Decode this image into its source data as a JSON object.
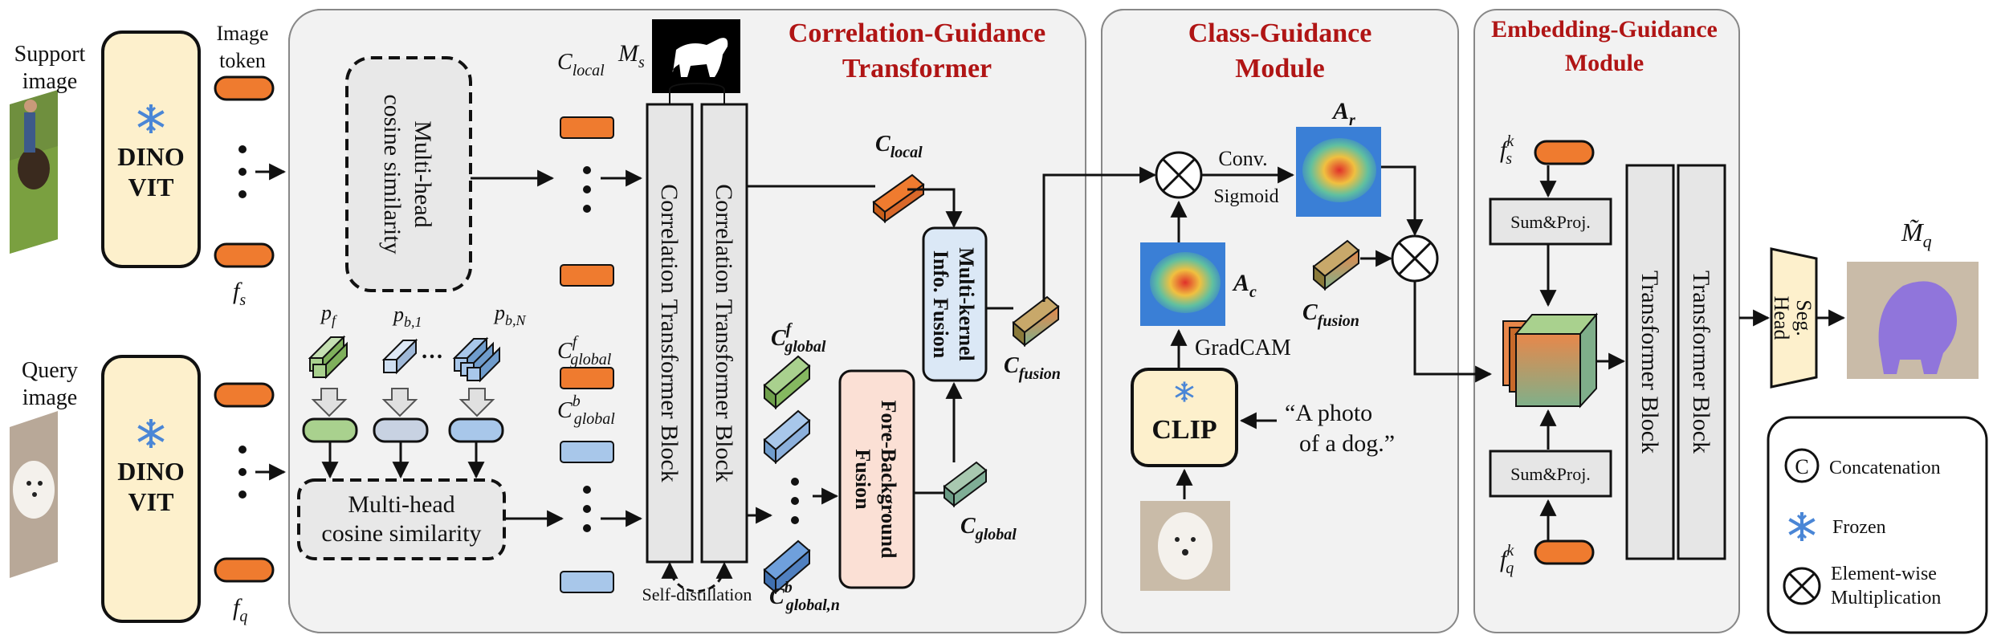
{
  "inputs": {
    "support_label_1": "Support",
    "support_label_2": "image",
    "query_label_1": "Query",
    "query_label_2": "image",
    "image_token_1": "Image",
    "image_token_2": "token",
    "f_s_sym": "f",
    "f_s_sub": "s",
    "f_q_sym": "f",
    "f_q_sub": "q"
  },
  "dino": {
    "line1": "DINO",
    "line2": "VIT"
  },
  "cgt": {
    "title_1": "Correlation-Guidance",
    "title_2": "Transformer",
    "mhcs_top_1": "Multi-head",
    "mhcs_top_2": "cosine similarity",
    "mhcs_bottom_1": "Multi-head",
    "mhcs_bottom_2": "cosine similarity",
    "ctb": "Correlation Transformer Block",
    "self_distill": "Self-distillation",
    "ms_sym": "M",
    "ms_sub": "s",
    "c": "C",
    "c_local_sub": "local",
    "c_global_sub": "global",
    "c_global_n_sub": "global,n",
    "sup_f": "f",
    "sup_b": "b",
    "p_f": "p",
    "p_f_sub": "f",
    "p_b1_sub": "b,1",
    "p_bN_sub": "b,N",
    "fbf_1": "Fore-Background",
    "fbf_2": "Fusion",
    "mkif_1": "Multi-kernel",
    "mkif_2": "Info. Fusion",
    "c_fusion_sub": "fusion"
  },
  "cgm": {
    "title_1": "Class-Guidance",
    "title_2": "Module",
    "conv": "Conv.",
    "sigmoid": "Sigmoid",
    "a_sym": "A",
    "a_r_sub": "r",
    "a_c_sub": "c",
    "gradcam": "GradCAM",
    "clip": "CLIP",
    "prompt_1": "“A photo",
    "prompt_2": "of a dog.”"
  },
  "egm": {
    "title_1": "Embedding-Guidance",
    "title_2": "Module",
    "sum_proj": "Sum&Proj.",
    "transformer_block": "Transformer Block",
    "k_sup": "k"
  },
  "output": {
    "seg_head_1": "Seg.",
    "seg_head_2": "Head",
    "m_hat_sym": "M̃",
    "m_hat_sub": "q"
  },
  "legend": {
    "c_symbol": "C",
    "concatenation": "Concatenation",
    "frozen": "Frozen",
    "elementwise_1": "Element-wise",
    "elementwise_2": "Multiplication"
  },
  "colors": {
    "orange_token": "#ef7b2f",
    "blue_token": "#a8c7ea",
    "dino_fill": "#fdf0cc",
    "panel_fill": "#f2f2f2",
    "title_red": "#b01515",
    "snowflake_blue": "#4a86d6",
    "green_cube": "#a9d18e",
    "fbf_fill": "#fbe0d5",
    "mkif_fill": "#dbe8f6",
    "mask_purple": "#8a6ee0"
  }
}
